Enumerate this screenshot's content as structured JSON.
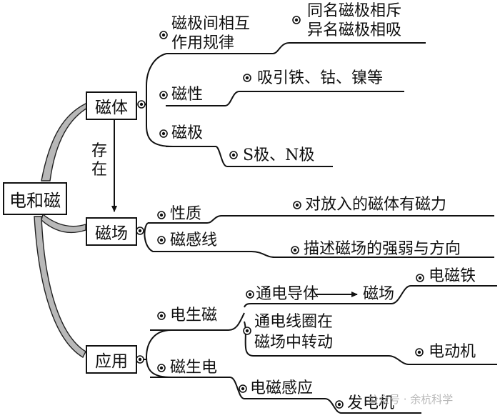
{
  "root": "电和磁",
  "nodes": {
    "citi": "磁体",
    "cichang": "磁场",
    "yingyong": "应用"
  },
  "link": "存在",
  "citi_branch": {
    "rule_line1": "磁极间相互",
    "rule_line2": "作用规律",
    "rule_detail_line1": "同名磁极相斥",
    "rule_detail_line2": "异名磁极相吸",
    "cixing": "磁性",
    "cixing_detail": "吸引铁、钴、镍等",
    "ciji": "磁极",
    "ciji_detail": "S极、N极"
  },
  "cichang_branch": {
    "xingzhi": "性质",
    "xingzhi_detail": "对放入的磁体有磁力",
    "ciganxian": "磁感线",
    "ciganxian_detail": "描述磁场的强弱与方向"
  },
  "yingyong_branch": {
    "dianshengci": "电生磁",
    "tongdian_a": "通电导体",
    "tongdian_b": "磁场",
    "diancitie": "电磁铁",
    "xianquan_line1": "通电线圈在",
    "xianquan_line2": "磁场中转动",
    "diandongji": "电动机",
    "cishengdian": "磁生电",
    "diancigan": "电磁感应",
    "fadianji": "发电机"
  },
  "watermark": "公众号 · 余杭科学"
}
